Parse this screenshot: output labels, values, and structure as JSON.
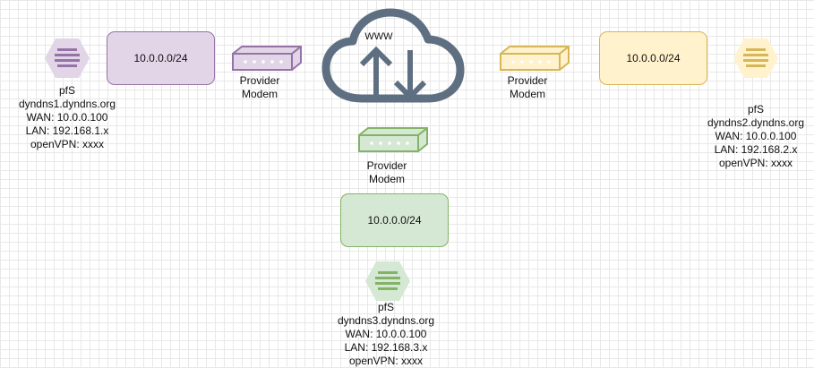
{
  "cloud": {
    "label": "WWW"
  },
  "site1": {
    "network": "10.0.0.0/24",
    "modem": {
      "line1": "Provider",
      "line2": "Modem"
    },
    "router": {
      "name": "pfS",
      "host": "dyndns1.dyndns.org",
      "wan": "WAN: 10.0.0.100",
      "lan": "LAN: 192.168.1.x",
      "vpn": "openVPN: xxxx"
    },
    "colors": {
      "fill": "#e1d5e7",
      "stroke": "#9673a6"
    }
  },
  "site2": {
    "network": "10.0.0.0/24",
    "modem": {
      "line1": "Provider",
      "line2": "Modem"
    },
    "router": {
      "name": "pfS",
      "host": "dyndns2.dyndns.org",
      "wan": "WAN: 10.0.0.100",
      "lan": "LAN: 192.168.2.x",
      "vpn": "openVPN: xxxx"
    },
    "colors": {
      "fill": "#fff2cc",
      "stroke": "#d6b656"
    }
  },
  "site3": {
    "network": "10.0.0.0/24",
    "modem": {
      "line1": "Provider",
      "line2": "Modem"
    },
    "router": {
      "name": "pfS",
      "host": "dyndns3.dyndns.org",
      "wan": "WAN: 10.0.0.100",
      "lan": "LAN: 192.168.3.x",
      "vpn": "openVPN: xxxx"
    },
    "colors": {
      "fill": "#d5e8d4",
      "stroke": "#82b366"
    }
  },
  "icons": {
    "cloud": "cloud-upload-download-icon",
    "modem": "modem-icon",
    "router": "firewall-hexagon-icon"
  }
}
